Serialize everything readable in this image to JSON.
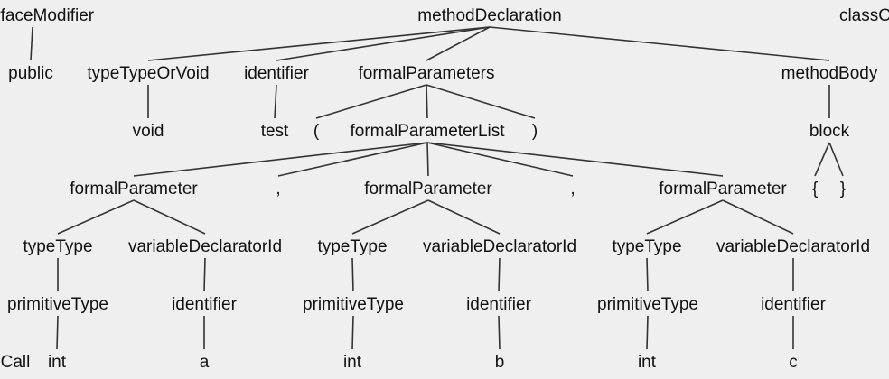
{
  "tree": {
    "nodes": [
      {
        "id": "interfaceModifier",
        "text": "nterfaceModifier"
      },
      {
        "id": "methodDeclaration",
        "text": "methodDeclaration"
      },
      {
        "id": "classPartial",
        "text": "classO"
      },
      {
        "id": "public",
        "text": "public"
      },
      {
        "id": "typeTypeOrVoid",
        "text": "typeTypeOrVoid"
      },
      {
        "id": "identifier-md",
        "text": "identifier"
      },
      {
        "id": "formalParameters",
        "text": "formalParameters"
      },
      {
        "id": "methodBody",
        "text": "methodBody"
      },
      {
        "id": "void",
        "text": "void"
      },
      {
        "id": "test",
        "text": "test"
      },
      {
        "id": "lparen",
        "text": "("
      },
      {
        "id": "formalParameterList",
        "text": "formalParameterList"
      },
      {
        "id": "rparen",
        "text": ")"
      },
      {
        "id": "block",
        "text": "block"
      },
      {
        "id": "formalParameter-1",
        "text": "formalParameter"
      },
      {
        "id": "comma-1",
        "text": ","
      },
      {
        "id": "formalParameter-2",
        "text": "formalParameter"
      },
      {
        "id": "comma-2",
        "text": ","
      },
      {
        "id": "formalParameter-3",
        "text": "formalParameter"
      },
      {
        "id": "lbrace",
        "text": "{"
      },
      {
        "id": "rbrace",
        "text": "}"
      },
      {
        "id": "typeType-1",
        "text": "typeType"
      },
      {
        "id": "variableDeclaratorId-1",
        "text": "variableDeclaratorId"
      },
      {
        "id": "typeType-2",
        "text": "typeType"
      },
      {
        "id": "variableDeclaratorId-2",
        "text": "variableDeclaratorId"
      },
      {
        "id": "typeType-3",
        "text": "typeType"
      },
      {
        "id": "variableDeclaratorId-3",
        "text": "variableDeclaratorId"
      },
      {
        "id": "primitiveType-1",
        "text": "primitiveType"
      },
      {
        "id": "identifier-1",
        "text": "identifier"
      },
      {
        "id": "primitiveType-2",
        "text": "primitiveType"
      },
      {
        "id": "identifier-2",
        "text": "identifier"
      },
      {
        "id": "primitiveType-3",
        "text": "primitiveType"
      },
      {
        "id": "identifier-3",
        "text": "identifier"
      },
      {
        "id": "call",
        "text": "Call"
      },
      {
        "id": "int-1",
        "text": "int"
      },
      {
        "id": "a",
        "text": "a"
      },
      {
        "id": "int-2",
        "text": "int"
      },
      {
        "id": "b",
        "text": "b"
      },
      {
        "id": "int-3",
        "text": "int"
      },
      {
        "id": "c",
        "text": "c"
      }
    ],
    "edges": [
      [
        "interfaceModifier",
        "public"
      ],
      [
        "methodDeclaration",
        "typeTypeOrVoid"
      ],
      [
        "methodDeclaration",
        "identifier-md"
      ],
      [
        "methodDeclaration",
        "formalParameters"
      ],
      [
        "methodDeclaration",
        "methodBody"
      ],
      [
        "typeTypeOrVoid",
        "void"
      ],
      [
        "identifier-md",
        "test"
      ],
      [
        "formalParameters",
        "lparen"
      ],
      [
        "formalParameters",
        "formalParameterList"
      ],
      [
        "formalParameters",
        "rparen"
      ],
      [
        "methodBody",
        "block"
      ],
      [
        "block",
        "lbrace"
      ],
      [
        "block",
        "rbrace"
      ],
      [
        "formalParameterList",
        "formalParameter-1"
      ],
      [
        "formalParameterList",
        "comma-1"
      ],
      [
        "formalParameterList",
        "formalParameter-2"
      ],
      [
        "formalParameterList",
        "comma-2"
      ],
      [
        "formalParameterList",
        "formalParameter-3"
      ],
      [
        "formalParameter-1",
        "typeType-1"
      ],
      [
        "formalParameter-1",
        "variableDeclaratorId-1"
      ],
      [
        "formalParameter-2",
        "typeType-2"
      ],
      [
        "formalParameter-2",
        "variableDeclaratorId-2"
      ],
      [
        "formalParameter-3",
        "typeType-3"
      ],
      [
        "formalParameter-3",
        "variableDeclaratorId-3"
      ],
      [
        "typeType-1",
        "primitiveType-1"
      ],
      [
        "variableDeclaratorId-1",
        "identifier-1"
      ],
      [
        "typeType-2",
        "primitiveType-2"
      ],
      [
        "variableDeclaratorId-2",
        "identifier-2"
      ],
      [
        "typeType-3",
        "primitiveType-3"
      ],
      [
        "variableDeclaratorId-3",
        "identifier-3"
      ],
      [
        "primitiveType-1",
        "int-1"
      ],
      [
        "identifier-1",
        "a"
      ],
      [
        "primitiveType-2",
        "int-2"
      ],
      [
        "identifier-2",
        "b"
      ],
      [
        "primitiveType-3",
        "int-3"
      ],
      [
        "identifier-3",
        "c"
      ]
    ]
  }
}
